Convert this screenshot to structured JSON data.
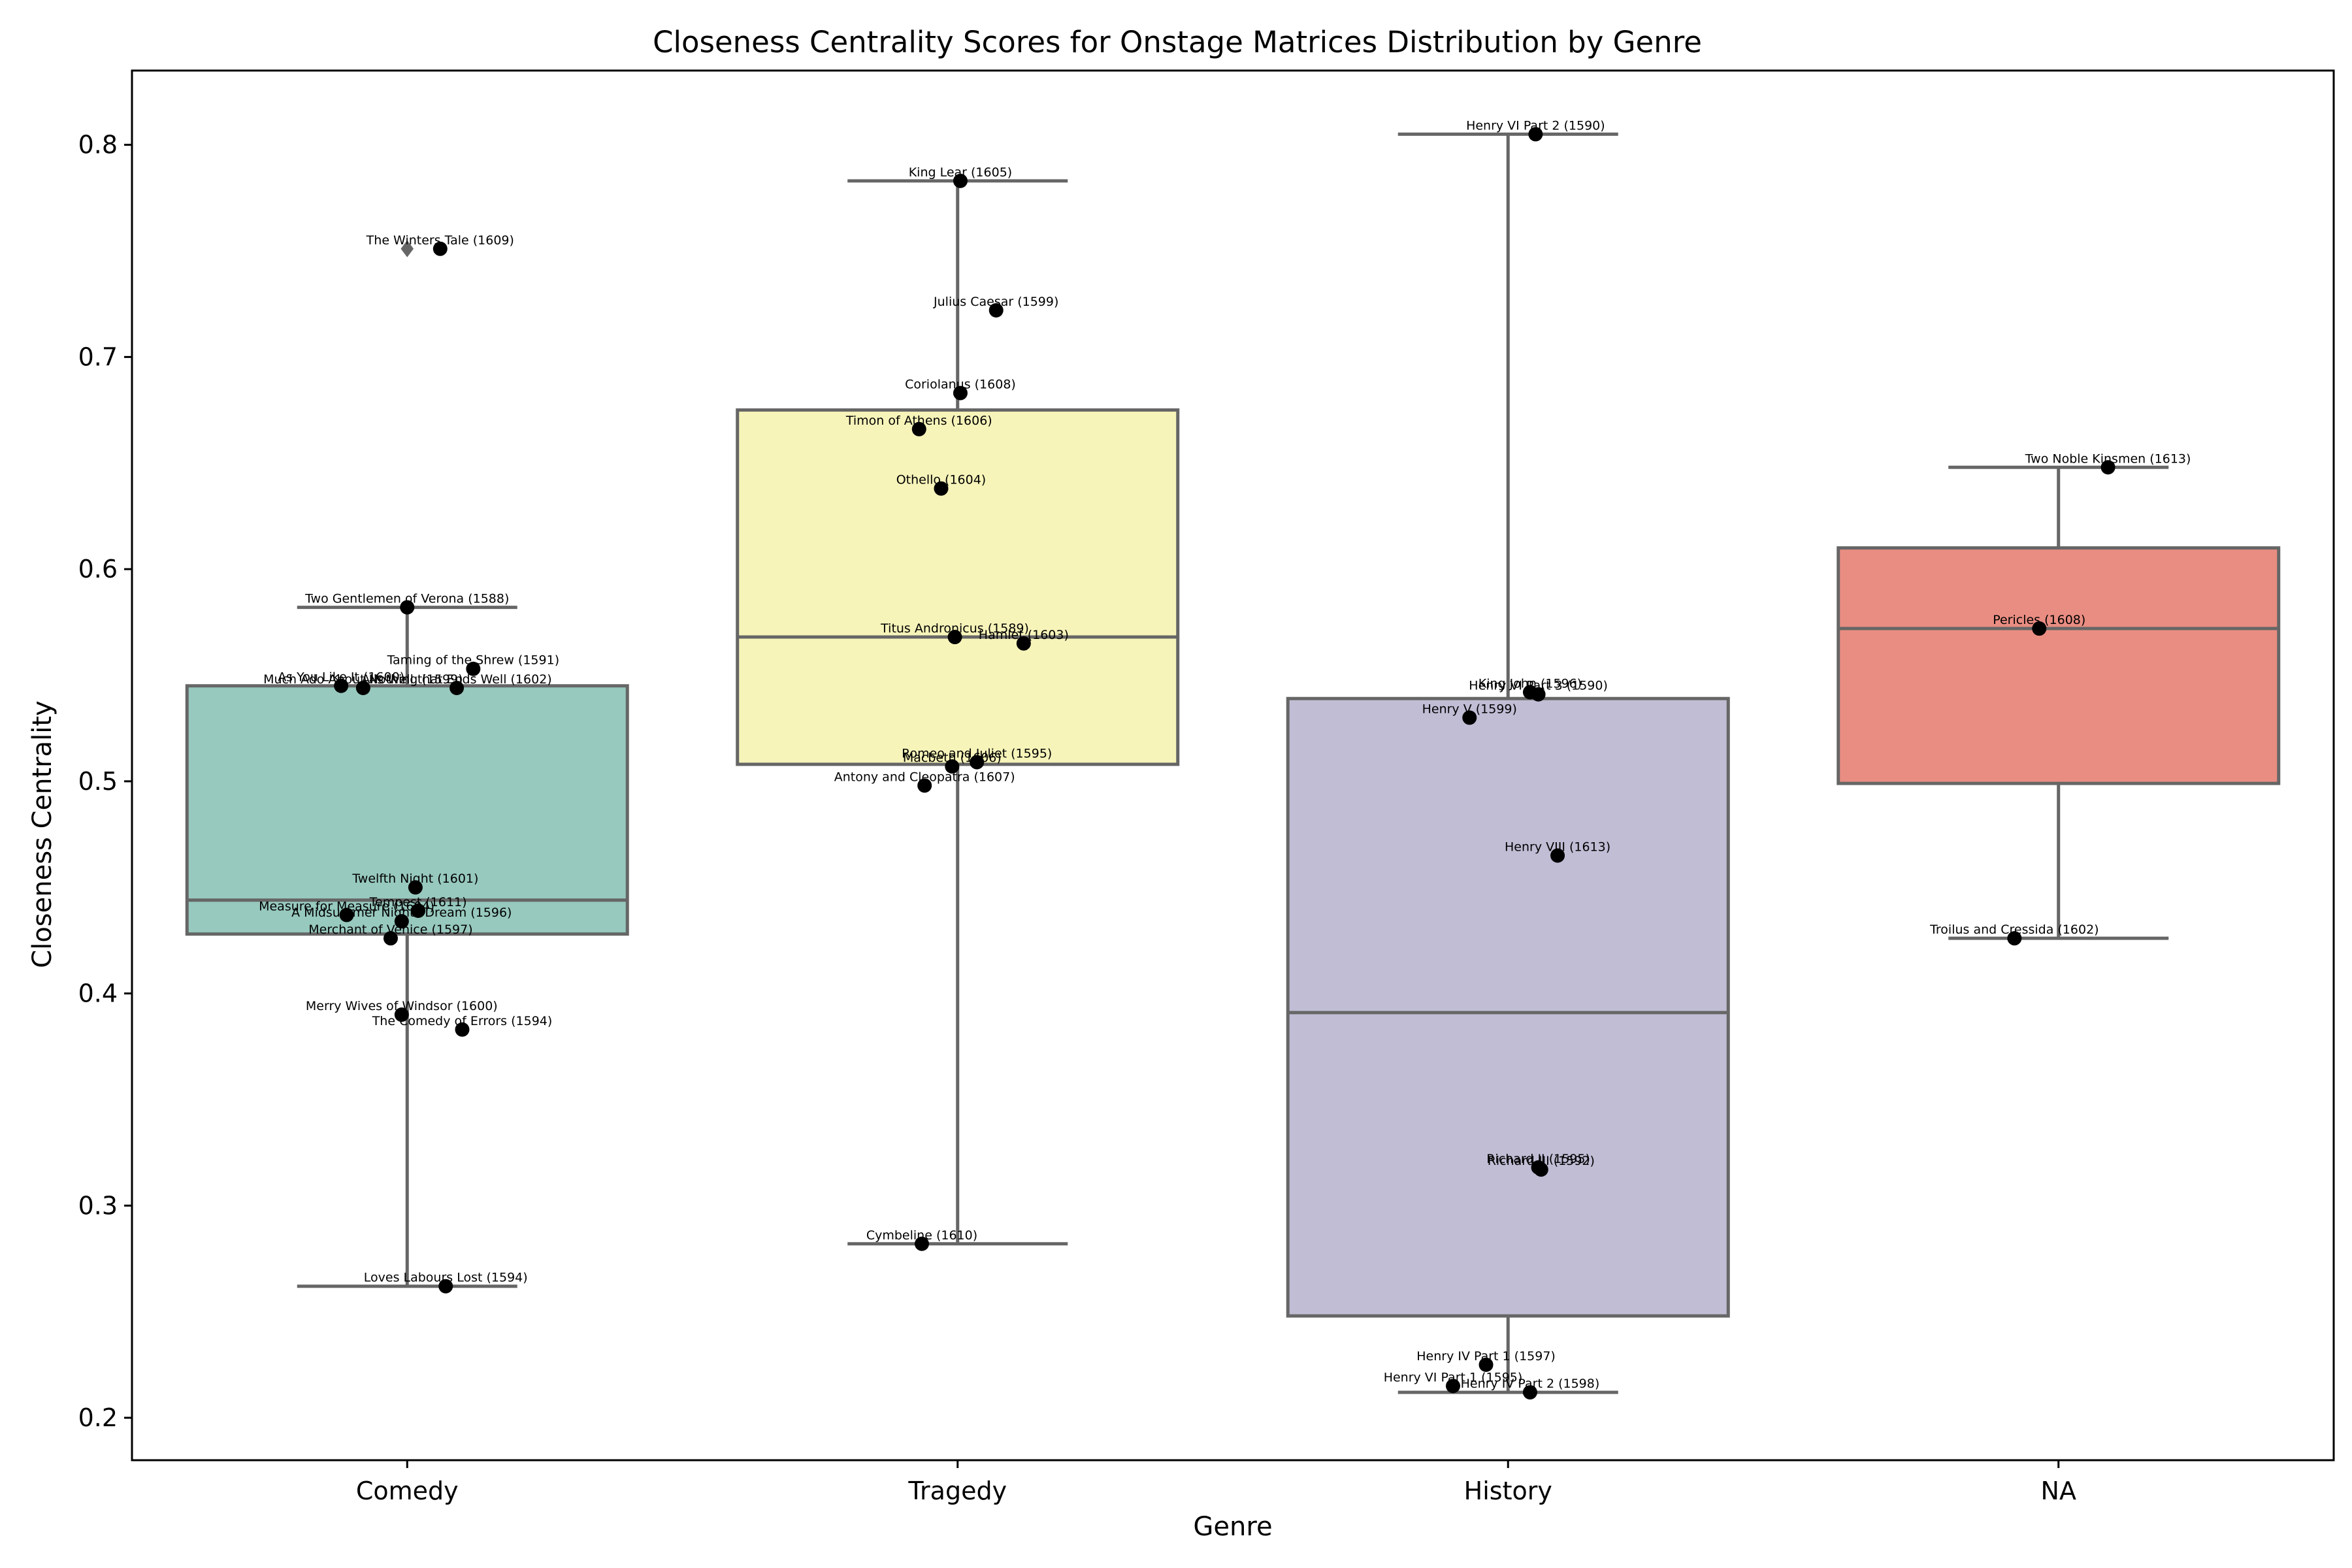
{
  "chart_data": {
    "type": "box",
    "title": "Closeness Centrality Scores for Onstage Matrices Distribution by Genre",
    "xlabel": "Genre",
    "ylabel": "Closeness Centrality",
    "ylim": [
      0.18,
      0.835
    ],
    "yticks": [
      0.2,
      0.3,
      0.4,
      0.5,
      0.6,
      0.7,
      0.8
    ],
    "grid": false,
    "categories": [
      "Comedy",
      "Tragedy",
      "History",
      "NA"
    ],
    "colors": {
      "Comedy": "#97c9be",
      "Tragedy": "#f6f4b9",
      "History": "#c0bdd5",
      "NA": "#e98d82"
    },
    "boxes": [
      {
        "category": "Comedy",
        "q1": 0.428,
        "median": 0.444,
        "q3": 0.545,
        "whisker_low": 0.262,
        "whisker_high": 0.582,
        "outliers": [
          0.751
        ]
      },
      {
        "category": "Tragedy",
        "q1": 0.508,
        "median": 0.568,
        "q3": 0.675,
        "whisker_low": 0.282,
        "whisker_high": 0.783,
        "outliers": []
      },
      {
        "category": "History",
        "q1": 0.248,
        "median": 0.391,
        "q3": 0.539,
        "whisker_low": 0.212,
        "whisker_high": 0.805,
        "outliers": []
      },
      {
        "category": "NA",
        "q1": 0.499,
        "median": 0.572,
        "q3": 0.61,
        "whisker_low": 0.426,
        "whisker_high": 0.648,
        "outliers": []
      }
    ],
    "points": [
      {
        "genre": "Comedy",
        "label": "The Winters Tale (1609)",
        "value": 0.751,
        "jitter": 0.06
      },
      {
        "genre": "Comedy",
        "label": "Two Gentlemen of Verona (1588)",
        "value": 0.582,
        "jitter": 0.0
      },
      {
        "genre": "Comedy",
        "label": "Taming of the Shrew (1591)",
        "value": 0.553,
        "jitter": 0.12
      },
      {
        "genre": "Comedy",
        "label": "As You Like It (1600)",
        "value": 0.545,
        "jitter": -0.12
      },
      {
        "genre": "Comedy",
        "label": "Much Ado About Nothing (1599)",
        "value": 0.544,
        "jitter": -0.08
      },
      {
        "genre": "Comedy",
        "label": "Alls Well that Ends Well (1602)",
        "value": 0.544,
        "jitter": 0.09
      },
      {
        "genre": "Comedy",
        "label": "Twelfth Night (1601)",
        "value": 0.45,
        "jitter": 0.015
      },
      {
        "genre": "Comedy",
        "label": "Tempest (1611)",
        "value": 0.439,
        "jitter": 0.02
      },
      {
        "genre": "Comedy",
        "label": "Measure for Measure (1604)",
        "value": 0.437,
        "jitter": -0.11
      },
      {
        "genre": "Comedy",
        "label": "A Midsummer Nights Dream (1596)",
        "value": 0.434,
        "jitter": -0.01
      },
      {
        "genre": "Comedy",
        "label": "Merchant of Venice (1597)",
        "value": 0.426,
        "jitter": -0.03
      },
      {
        "genre": "Comedy",
        "label": "Merry Wives of Windsor (1600)",
        "value": 0.39,
        "jitter": -0.01
      },
      {
        "genre": "Comedy",
        "label": "The Comedy of Errors (1594)",
        "value": 0.383,
        "jitter": 0.1
      },
      {
        "genre": "Comedy",
        "label": "Loves Labours Lost (1594)",
        "value": 0.262,
        "jitter": 0.07
      },
      {
        "genre": "Tragedy",
        "label": "King Lear (1605)",
        "value": 0.783,
        "jitter": 0.005
      },
      {
        "genre": "Tragedy",
        "label": "Julius Caesar (1599)",
        "value": 0.722,
        "jitter": 0.07
      },
      {
        "genre": "Tragedy",
        "label": "Coriolanus (1608)",
        "value": 0.683,
        "jitter": 0.005
      },
      {
        "genre": "Tragedy",
        "label": "Timon of Athens (1606)",
        "value": 0.666,
        "jitter": -0.07
      },
      {
        "genre": "Tragedy",
        "label": "Othello (1604)",
        "value": 0.638,
        "jitter": -0.03
      },
      {
        "genre": "Tragedy",
        "label": "Titus Andronicus (1589)",
        "value": 0.568,
        "jitter": -0.005
      },
      {
        "genre": "Tragedy",
        "label": "Hamlet (1603)",
        "value": 0.565,
        "jitter": 0.12
      },
      {
        "genre": "Tragedy",
        "label": "Romeo and Juliet (1595)",
        "value": 0.509,
        "jitter": 0.035
      },
      {
        "genre": "Tragedy",
        "label": "Macbeth (1606)",
        "value": 0.507,
        "jitter": -0.01
      },
      {
        "genre": "Tragedy",
        "label": "Antony and Cleopatra (1607)",
        "value": 0.498,
        "jitter": -0.06
      },
      {
        "genre": "Tragedy",
        "label": "Cymbeline (1610)",
        "value": 0.282,
        "jitter": -0.065
      },
      {
        "genre": "History",
        "label": "Henry VI Part 2 (1590)",
        "value": 0.805,
        "jitter": 0.05
      },
      {
        "genre": "History",
        "label": "King John (1596)",
        "value": 0.542,
        "jitter": 0.04
      },
      {
        "genre": "History",
        "label": "Henry VI Part 3 (1590)",
        "value": 0.541,
        "jitter": 0.055
      },
      {
        "genre": "History",
        "label": "Henry V (1599)",
        "value": 0.53,
        "jitter": -0.07
      },
      {
        "genre": "History",
        "label": "Henry VIII (1613)",
        "value": 0.465,
        "jitter": 0.09
      },
      {
        "genre": "History",
        "label": "Richard II (1595)",
        "value": 0.318,
        "jitter": 0.055
      },
      {
        "genre": "History",
        "label": "Richard III (1592)",
        "value": 0.317,
        "jitter": 0.06
      },
      {
        "genre": "History",
        "label": "Henry IV Part 1 (1597)",
        "value": 0.225,
        "jitter": -0.04
      },
      {
        "genre": "History",
        "label": "Henry VI Part 1 (1595)",
        "value": 0.215,
        "jitter": -0.1
      },
      {
        "genre": "History",
        "label": "Henry IV Part 2 (1598)",
        "value": 0.212,
        "jitter": 0.04
      },
      {
        "genre": "NA",
        "label": "Two Noble Kinsmen (1613)",
        "value": 0.648,
        "jitter": 0.09
      },
      {
        "genre": "NA",
        "label": "Pericles (1608)",
        "value": 0.572,
        "jitter": -0.035
      },
      {
        "genre": "NA",
        "label": "Troilus and Cressida (1602)",
        "value": 0.426,
        "jitter": -0.08
      }
    ]
  }
}
